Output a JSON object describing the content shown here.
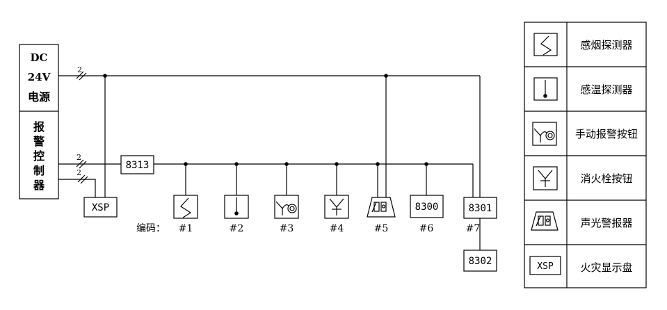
{
  "power_box": {
    "lines": [
      "DC",
      "24V",
      "电源"
    ]
  },
  "alarm_controller": {
    "chars": [
      "报",
      "警",
      "控",
      "制",
      "器"
    ]
  },
  "wire_counts": {
    "power": "2",
    "bus": "2",
    "xsp": "2"
  },
  "modules": {
    "bus_isolator": "8313",
    "display_panel": "XSP",
    "module_6": "8300",
    "module_7": "8301",
    "module_7_sub": "8302"
  },
  "address_prefix": "编码：",
  "addresses": [
    "#1",
    "#2",
    "#3",
    "#4",
    "#5",
    "#6",
    "#7"
  ],
  "legend": [
    {
      "icon": "smoke-detector-icon",
      "label": "感烟探测器"
    },
    {
      "icon": "heat-detector-icon",
      "label": "感温探测器"
    },
    {
      "icon": "manual-call-point-icon",
      "label": "手动报警按钮"
    },
    {
      "icon": "hydrant-button-icon",
      "label": "消火栓按钮"
    },
    {
      "icon": "sounder-strobe-icon",
      "label": "声光警报器"
    },
    {
      "icon": "display-panel-icon",
      "label": "火灾显示盘",
      "code": "XSP"
    }
  ]
}
